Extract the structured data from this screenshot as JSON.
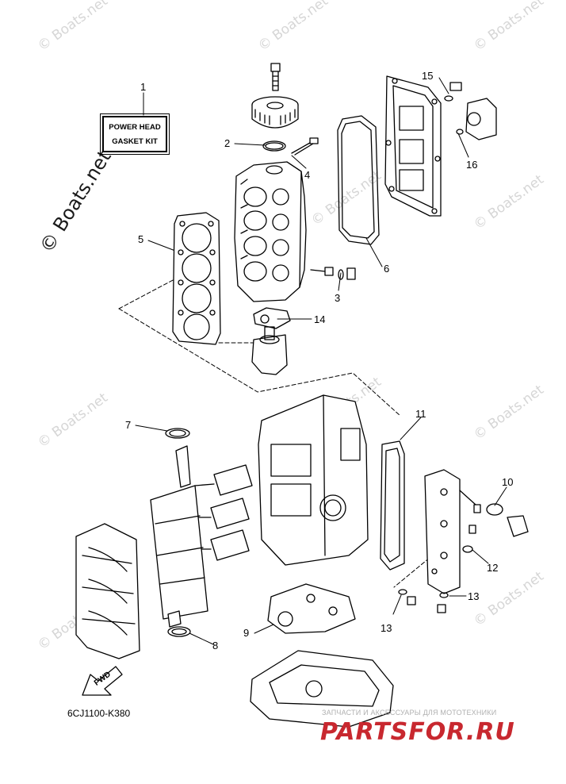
{
  "diagram": {
    "label_box": {
      "line1": "POWER HEAD",
      "line2": "GASKET KIT"
    },
    "callouts": [
      "1",
      "2",
      "3",
      "4",
      "5",
      "6",
      "7",
      "8",
      "9",
      "10",
      "11",
      "12",
      "13",
      "13",
      "14",
      "15",
      "16"
    ],
    "drawing_code": "6CJ1100-K380",
    "fwd_label": "FWD"
  },
  "watermark": {
    "text": "© Boats.net"
  },
  "footer": {
    "site_subtitle": "ЗАПЧАСТИ И АКСЕССУАРЫ ДЛЯ МОТОТЕХНИКИ",
    "site_logo": "PARTSFOR.RU"
  },
  "colors": {
    "line": "#000000",
    "watermark": "#d6d6d6",
    "logo": "#c8282f"
  }
}
